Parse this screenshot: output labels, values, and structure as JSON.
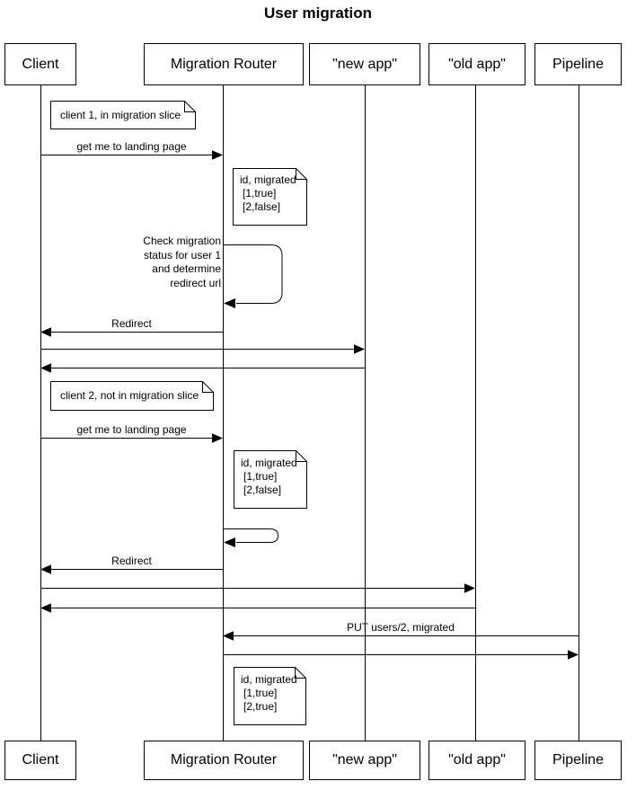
{
  "title": "User migration",
  "diagram_type": "sequence",
  "colors": {
    "line": "#000000",
    "background": "#ffffff",
    "box_fill": "#ffffff",
    "text": "#000000"
  },
  "actors": [
    {
      "label": "Client"
    },
    {
      "label": "Migration Router"
    },
    {
      "label": "\"new app\""
    },
    {
      "label": "\"old app\""
    },
    {
      "label": "Pipeline"
    }
  ],
  "notes": [
    {
      "over": "Client",
      "lines": [
        "client 1, in migration slice"
      ]
    },
    {
      "right_of": "Migration Router",
      "lines": [
        "id, migrated",
        "[1,true]",
        "[2,false]"
      ]
    },
    {
      "over": "Client",
      "lines": [
        "client 2, not in migration slice"
      ]
    },
    {
      "right_of": "Migration Router",
      "lines": [
        "id, migrated",
        "[1,true]",
        "[2,false]"
      ]
    },
    {
      "right_of": "Migration Router",
      "lines": [
        "id, migrated",
        "[1,true]",
        "[2,true]"
      ]
    }
  ],
  "messages": [
    {
      "from": "Client",
      "to": "Migration Router",
      "label": "get me to landing page"
    },
    {
      "from": "Migration Router",
      "to": "Migration Router",
      "type": "self",
      "lines": [
        "Check migration",
        "status for user 1",
        "and determine",
        "redirect url"
      ]
    },
    {
      "from": "Migration Router",
      "to": "Client",
      "label": "Redirect"
    },
    {
      "from": "Client",
      "to": "\"new app\"",
      "label": ""
    },
    {
      "from": "\"new app\"",
      "to": "Client",
      "label": ""
    },
    {
      "from": "Client",
      "to": "Migration Router",
      "label": "get me to landing page"
    },
    {
      "from": "Migration Router",
      "to": "Migration Router",
      "type": "self",
      "lines": []
    },
    {
      "from": "Migration Router",
      "to": "Client",
      "label": "Redirect"
    },
    {
      "from": "Client",
      "to": "\"old app\"",
      "label": ""
    },
    {
      "from": "\"old app\"",
      "to": "Client",
      "label": ""
    },
    {
      "from": "Pipeline",
      "to": "Migration Router",
      "label": "PUT users/2, migrated"
    },
    {
      "from": "Migration Router",
      "to": "Pipeline",
      "label": ""
    }
  ]
}
